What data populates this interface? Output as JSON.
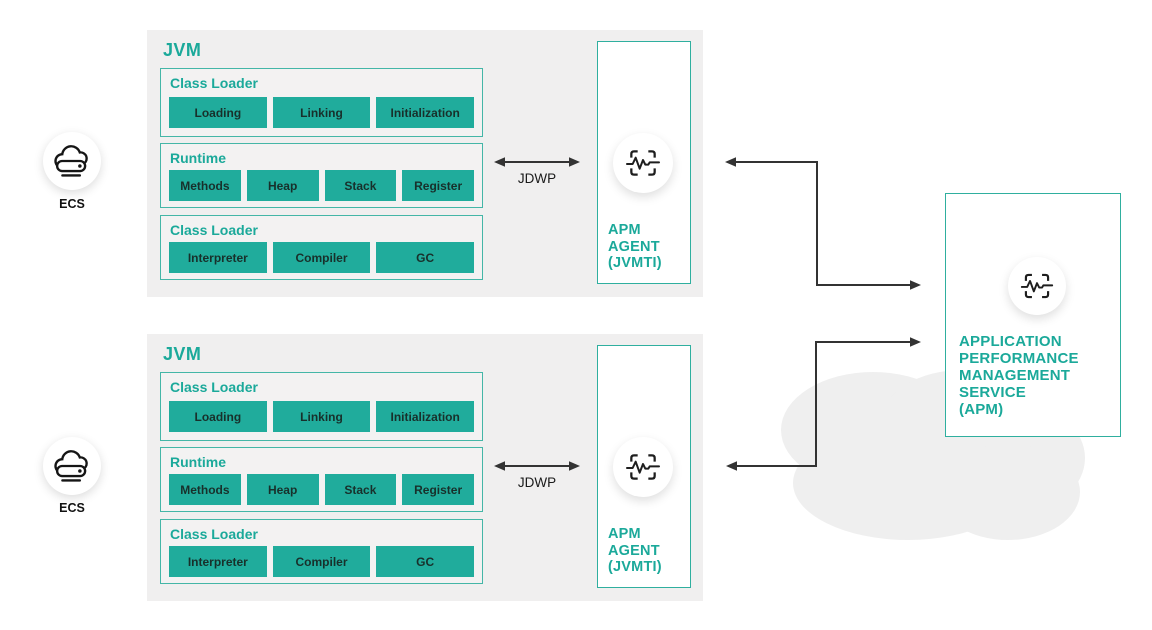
{
  "colors": {
    "teal_text": "#1BA99A",
    "teal_button": "#20AC9C",
    "teal_border": "#44B6A7",
    "container_bg": "#F0EFEF",
    "arrow": "#333333",
    "cloud": "#EFEFEF",
    "button_text": "#18302B"
  },
  "icons": {
    "ecs": "cloud-server-icon",
    "agent": "pulse-monitor-icon",
    "apm_service": "pulse-monitor-icon"
  },
  "ecs_nodes": [
    {
      "label": "ECS"
    },
    {
      "label": "ECS"
    }
  ],
  "jvm_groups": [
    {
      "title": "JVM",
      "sections": [
        {
          "title": "Class Loader",
          "items": [
            "Loading",
            "Linking",
            "Initialization"
          ]
        },
        {
          "title": "Runtime",
          "items": [
            "Methods",
            "Heap",
            "Stack",
            "Register"
          ]
        },
        {
          "title": "Class Loader",
          "items": [
            "Interpreter",
            "Compiler",
            "GC"
          ]
        }
      ],
      "jdwp_label": "JDWP",
      "agent_lines": [
        "APM",
        "AGENT",
        "(JVMTI)"
      ]
    },
    {
      "title": "JVM",
      "sections": [
        {
          "title": "Class Loader",
          "items": [
            "Loading",
            "Linking",
            "Initialization"
          ]
        },
        {
          "title": "Runtime",
          "items": [
            "Methods",
            "Heap",
            "Stack",
            "Register"
          ]
        },
        {
          "title": "Class Loader",
          "items": [
            "Interpreter",
            "Compiler",
            "GC"
          ]
        }
      ],
      "jdwp_label": "JDWP",
      "agent_lines": [
        "APM",
        "AGENT",
        "(JVMTI)"
      ]
    }
  ],
  "apm_service_lines": [
    "APPLICATION",
    "PERFORMANCE",
    "MANAGEMENT",
    "SERVICE",
    "(APM)"
  ]
}
